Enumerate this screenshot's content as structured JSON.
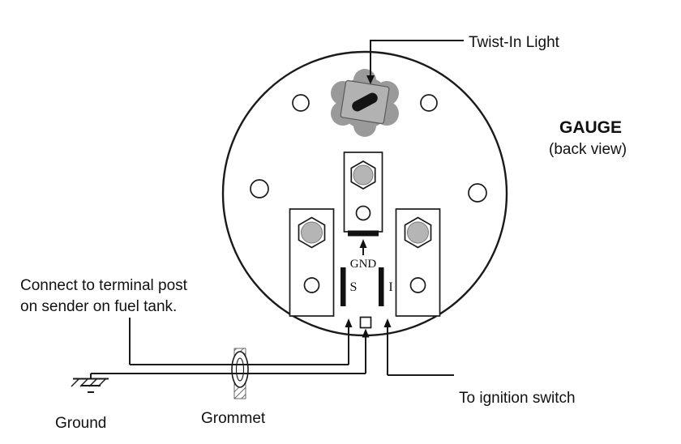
{
  "labels": {
    "twist_in_light": "Twist-In Light",
    "gauge_title": "GAUGE",
    "gauge_subtitle": "(back view)",
    "gnd": "GND",
    "terminal_s": "S",
    "terminal_i": "I",
    "connect_line1": "Connect to terminal post",
    "connect_line2": "on  sender on fuel tank.",
    "ground": "Ground",
    "grommet": "Grommet",
    "ignition": "To ignition switch"
  },
  "colors": {
    "line_black": "#1a1a1a",
    "socket_gray": "#9a9a9a",
    "socket_plate_gray": "#b2b2b2",
    "nut_fill_gray": "#b5b5b5",
    "slot_dark": "#141414"
  }
}
